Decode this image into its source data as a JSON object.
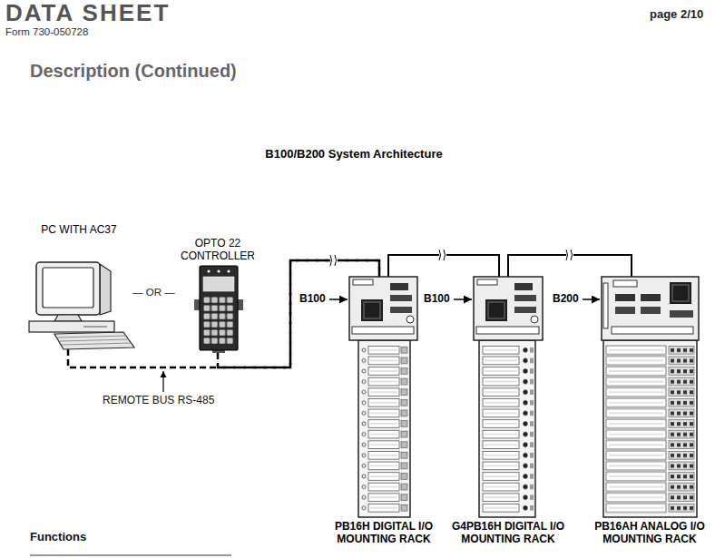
{
  "diagram": {
    "title": "B100/B200 System Architecture",
    "nodes": [
      {
        "text": [
          "PC WITH AC37"
        ]
      },
      {
        "text": [
          "OPTO 22 CONTROLLER"
        ]
      },
      {
        "text": [
          "PB16H DIGITAL I/O MOUNTING RACK"
        ]
      },
      {
        "text": [
          "G4PB16H DIGITAL I/O MOUNTING RACK"
        ]
      },
      {
        "text": [
          "PB16AH ANALOG I/O MOUNTING RACK"
        ]
      }
    ],
    "edges": [
      {
        "from": 0,
        "to": 2,
        "arrow": "none"
      },
      {
        "from": 1,
        "to": 2,
        "arrow": "none"
      },
      {
        "from": 2,
        "to": 3,
        "arrow": "none"
      },
      {
        "from": 3,
        "to": 4,
        "arrow": "none"
      }
    ],
    "labels": [
      "DATA SHEET",
      "Form 730-050728",
      "page 2/10",
      "Description (Continued)",
      "— OR —",
      "REMOTE BUS RS-485",
      "B100",
      "B100",
      "B200",
      "Functions"
    ]
  }
}
